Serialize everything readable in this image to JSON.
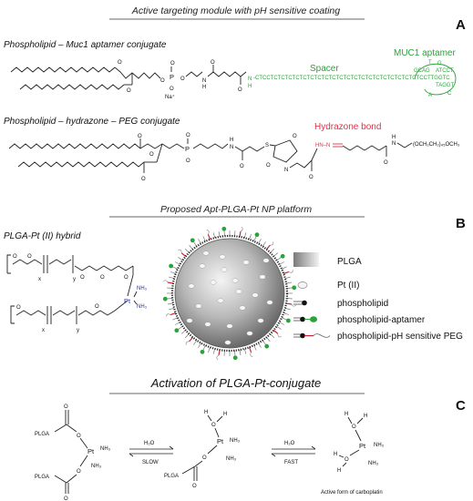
{
  "panel_a": {
    "header": "Active targeting module with pH sensitive coating",
    "letter": "A",
    "label_1": "Phospholipid – Muc1 aptamer conjugate",
    "label_2": "Phospholipid – hydrazone – PEG conjugate",
    "spacer": "Spacer",
    "aptamer": "MUC1 aptamer",
    "hydrazone": "Hydrazone bond",
    "sequence": "-CTCCTCTCTCTCTCTCTCTCTCTCTCTCTCTCTCTCTCTCTCTCTCCTTGGTC",
    "loop_1": "GCAG",
    "loop_2": "ATCCT",
    "loop_3": "TAGGT",
    "loop_t": "T",
    "loop_c": "C",
    "loop_g": "G",
    "loop_a": "A",
    "na": "Na⁺",
    "peg": "(OCH₂CH₂)₄₅OCH₃",
    "hn_n": "HN–N",
    "nh": "N",
    "h": "H",
    "o": "O",
    "s": "S",
    "p": "P"
  },
  "panel_b": {
    "header": "Proposed Apt-PLGA-Pt NP platform",
    "letter": "B",
    "label": "PLGA-Pt (II) hybrid",
    "pt": "Pt",
    "nh3": "NH₃",
    "x": "x",
    "y": "y",
    "legend": [
      {
        "key": "plga",
        "text": "PLGA"
      },
      {
        "key": "pt",
        "text": "Pt (II)"
      },
      {
        "key": "phospholipid",
        "text": "phospholipid"
      },
      {
        "key": "aptamer",
        "text": "phospholipid-aptamer"
      },
      {
        "key": "peg",
        "text": "phospholipid-pH sensitive PEG"
      }
    ],
    "colors": {
      "aptamer": "#2aa33a",
      "peg": "#cc2233",
      "plga": "#9a9a9a"
    }
  },
  "panel_c": {
    "header": "Activation of PLGA-Pt-conjugate",
    "letter": "C",
    "plga": "PLGA",
    "pt": "Pt",
    "nh3": "NH₃",
    "h2o": "H₂O",
    "slow": "SLOW",
    "fast": "FAST",
    "h": "H",
    "o": "O",
    "caption": "Active form of carboplatin"
  }
}
